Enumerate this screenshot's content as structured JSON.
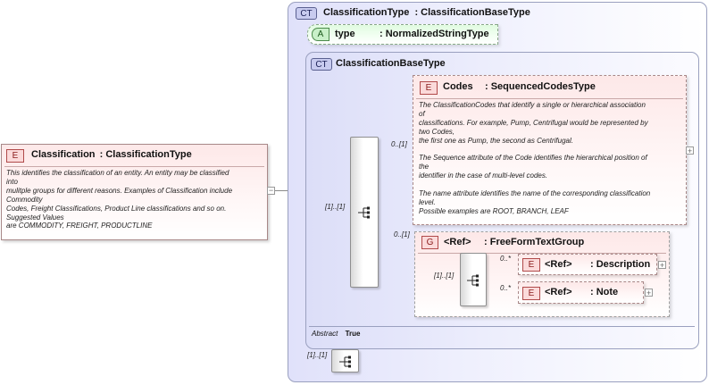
{
  "root_element": {
    "badge": "E",
    "name": "Classification",
    "type": ": ClassificationType",
    "doc": "This identifies the classification of an entity. An entity may be classified\ninto\nmulitple groups for different reasons. Examples of Classification include\nCommodity\nCodes, Freight Classifications, Product Line classifications and so on.\nSuggested Values\nare COMMODITY, FREIGHT, PRODUCTLINE"
  },
  "outer_type": {
    "badge": "CT",
    "name": "ClassificationType",
    "base": ": ClassificationBaseType"
  },
  "attribute": {
    "badge": "A",
    "name": "type",
    "type": ": NormalizedStringType"
  },
  "inner_type": {
    "badge": "CT",
    "name": "ClassificationBaseType",
    "abstract_label": "Abstract",
    "abstract_value": "True"
  },
  "codes_element": {
    "badge": "E",
    "name": "Codes",
    "type": ": SequencedCodesType",
    "cardinality": "0..[1]",
    "doc": "The ClassificationCodes that identify a single or hierarchical association\nof\nclassifications. For example, Pump, Centrifugal would be represented by\ntwo Codes,\nthe first one as Pump, the second as Centrifugal.\n\nThe Sequence attribute of the Code identifies the hierarchical position of\nthe\nidentifier in the case of multi-level codes.\n\nThe name attribute identifies the name of the corresponding classification\nlevel.\nPossible examples are ROOT, BRANCH, LEAF"
  },
  "group": {
    "badge": "G",
    "name": "<Ref>",
    "type": ": FreeFormTextGroup",
    "cardinality": "0..[1]",
    "seq_cardinality": "[1]..[1]",
    "children": [
      {
        "badge": "E",
        "name": "<Ref>",
        "type": ": Description",
        "cardinality": "0..*"
      },
      {
        "badge": "E",
        "name": "<Ref>",
        "type": ": Note",
        "cardinality": "0..*"
      }
    ]
  },
  "main_sequence": {
    "cardinality": "[1]..[1]"
  },
  "bottom_sequence": {
    "cardinality": "[1]..[1]"
  },
  "symbols": {
    "expand": "+",
    "collapse": "−"
  },
  "colors": {
    "complex_type_bg": "#e0e1fa",
    "element_bg": "#fde8e8",
    "attribute_bg": "#e0fbe0"
  }
}
